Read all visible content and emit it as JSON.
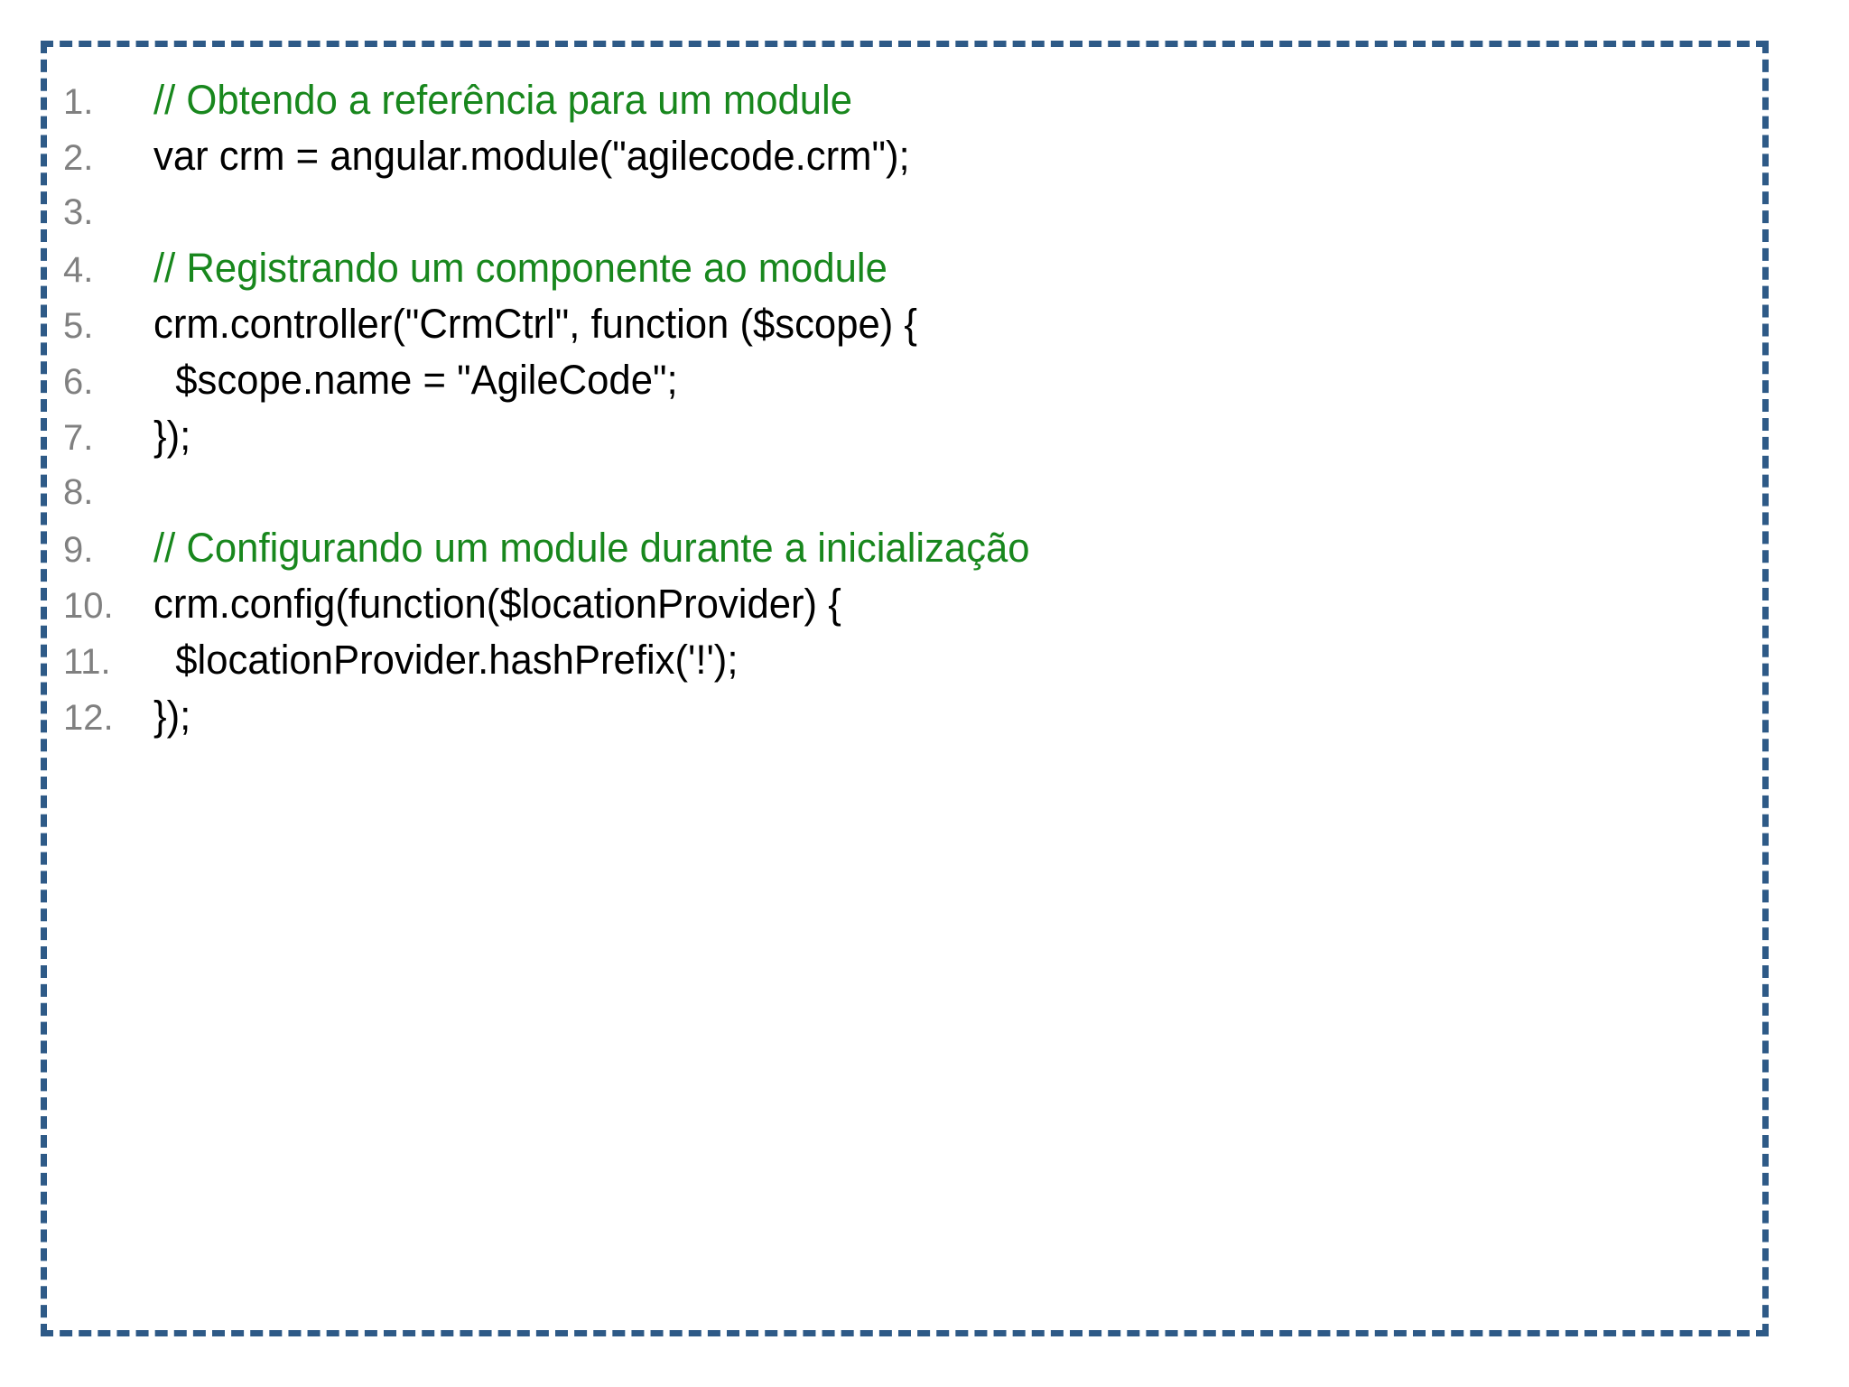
{
  "frame": {
    "border_style": "dashed",
    "border_color": "#2E5A87",
    "background_color": "#FFFFFF"
  },
  "code_block": {
    "language": "javascript",
    "comment_color": "#18871D",
    "code_color": "#000000",
    "line_number_color": "#808080",
    "lines": [
      {
        "number": "1.",
        "text": "// Obtendo a referência para um module",
        "kind": "comment"
      },
      {
        "number": "2.",
        "text": "var crm = angular.module(\"agilecode.crm\");",
        "kind": "code"
      },
      {
        "number": "3.",
        "text": "",
        "kind": "code"
      },
      {
        "number": "4.",
        "text": "// Registrando um componente ao module",
        "kind": "comment"
      },
      {
        "number": "5.",
        "text": "crm.controller(\"CrmCtrl\", function ($scope) {",
        "kind": "code"
      },
      {
        "number": "6.",
        "text": "  $scope.name = \"AgileCode\";",
        "kind": "code"
      },
      {
        "number": "7.",
        "text": "});",
        "kind": "code"
      },
      {
        "number": "8.",
        "text": "",
        "kind": "code"
      },
      {
        "number": "9.",
        "text": "// Configurando um module durante a inicialização",
        "kind": "comment"
      },
      {
        "number": "10.",
        "text": "crm.config(function($locationProvider) {",
        "kind": "code"
      },
      {
        "number": "11.",
        "text": "  $locationProvider.hashPrefix('!');",
        "kind": "code"
      },
      {
        "number": "12.",
        "text": "});",
        "kind": "code"
      }
    ]
  }
}
